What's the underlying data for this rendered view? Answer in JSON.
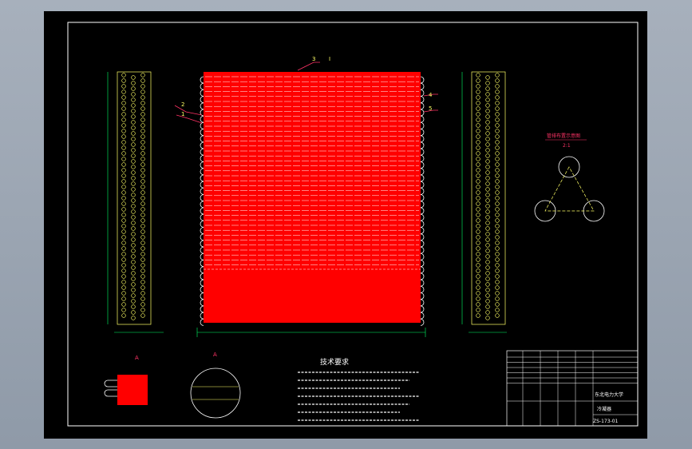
{
  "drawing": {
    "tech_title": "技术要求",
    "school": "东北电力大学",
    "part_name": "冷凝器",
    "drawing_no": "ZS-173-01",
    "detail_label": "管排布置示意图",
    "detail_scale": "2:1",
    "balloons": [
      "1",
      "2",
      "3",
      "4",
      "5"
    ],
    "section_marks": [
      "A",
      "I"
    ],
    "colors": {
      "sheet": "#000000",
      "frame": "#ffffff",
      "fill": "#ff0000",
      "lines": "#ffff66",
      "annot": "#ff3366"
    }
  }
}
